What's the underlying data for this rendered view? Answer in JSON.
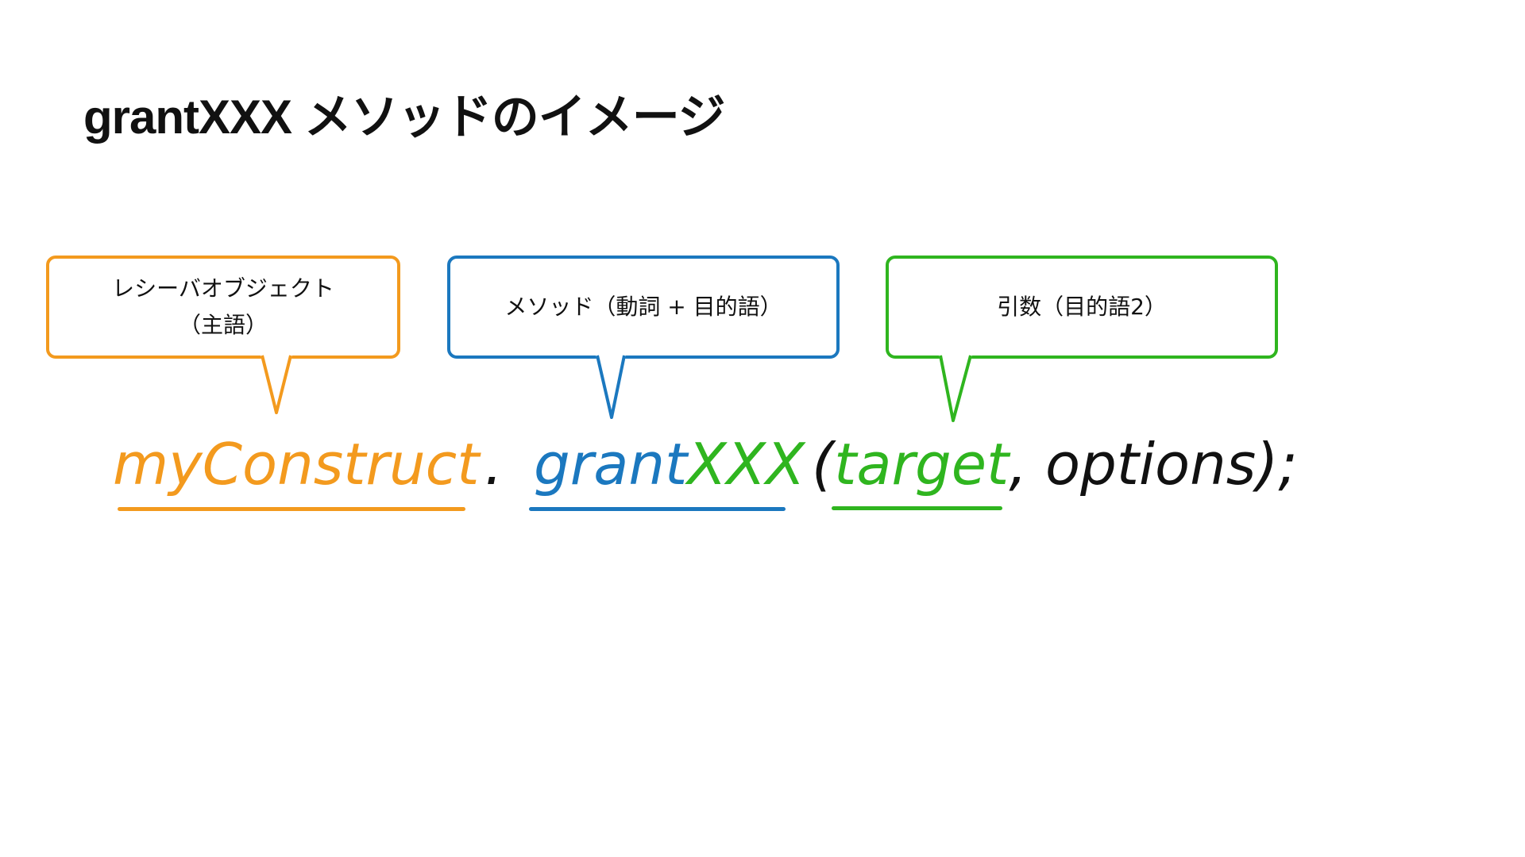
{
  "title": "grantXXX メソッドのイメージ",
  "callouts": [
    {
      "lines": [
        "レシーバオブジェクト",
        "（主語）"
      ],
      "color": "#f39a1e"
    },
    {
      "lines": [
        "メソッド（動詞 + 目的語）"
      ],
      "color": "#1b78bf"
    },
    {
      "lines": [
        "引数（目的語2）"
      ],
      "color": "#2fb51f"
    }
  ],
  "code": {
    "receiver": "myConstruct",
    "dot": ".",
    "method_verb": "grant",
    "method_object": "XXX",
    "open_paren": "(",
    "target_arg": "target",
    "rest": ", options);"
  },
  "colors": {
    "receiver": "#f39a1e",
    "method": "#1b78bf",
    "argument": "#2fb51f",
    "text": "#111111"
  }
}
